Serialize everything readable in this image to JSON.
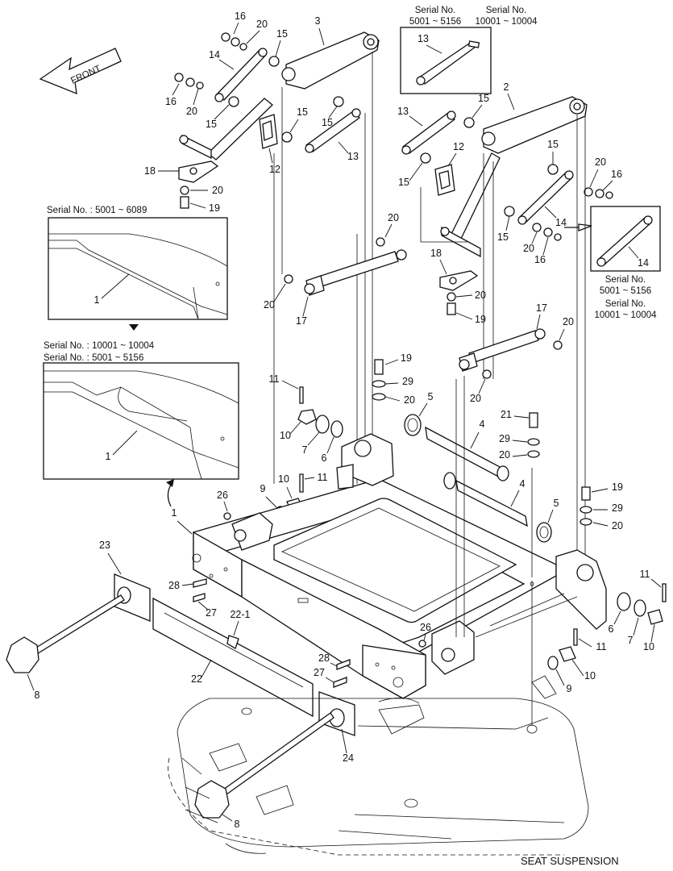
{
  "caption": "SEAT SUSPENSION",
  "front_label": "FRONT",
  "insets": {
    "top_serial_label_1": "Serial No.",
    "top_serial_range_1": "5001 ~ 5156",
    "top_serial_label_2": "Serial No.",
    "top_serial_range_2": "10001 ~ 10004",
    "right_serial_1": "Serial No.",
    "right_serial_1_range": "5001 ~ 5156",
    "right_serial_2": "Serial No.",
    "right_serial_2_range": "10001 ~ 10004",
    "detail_a_serial": "Serial No.  : 5001 ~ 6089",
    "detail_b_serial_1": "Serial No.  : 10001 ~ 10004",
    "detail_b_serial_2": "Serial No.  : 5001 ~ 5156"
  },
  "part_numbers": {
    "p1": "1",
    "p2": "2",
    "p3": "3",
    "p4": "4",
    "p5": "5",
    "p6": "6",
    "p7": "7",
    "p8": "8",
    "p9": "9",
    "p10": "10",
    "p11": "11",
    "p12": "12",
    "p13": "13",
    "p14": "14",
    "p15": "15",
    "p16": "16",
    "p17": "17",
    "p18": "18",
    "p19": "19",
    "p20": "20",
    "p21": "21",
    "p22": "22",
    "p22_1": "22-1",
    "p23": "23",
    "p24": "24",
    "p26": "26",
    "p27": "27",
    "p28": "28",
    "p29": "29"
  }
}
